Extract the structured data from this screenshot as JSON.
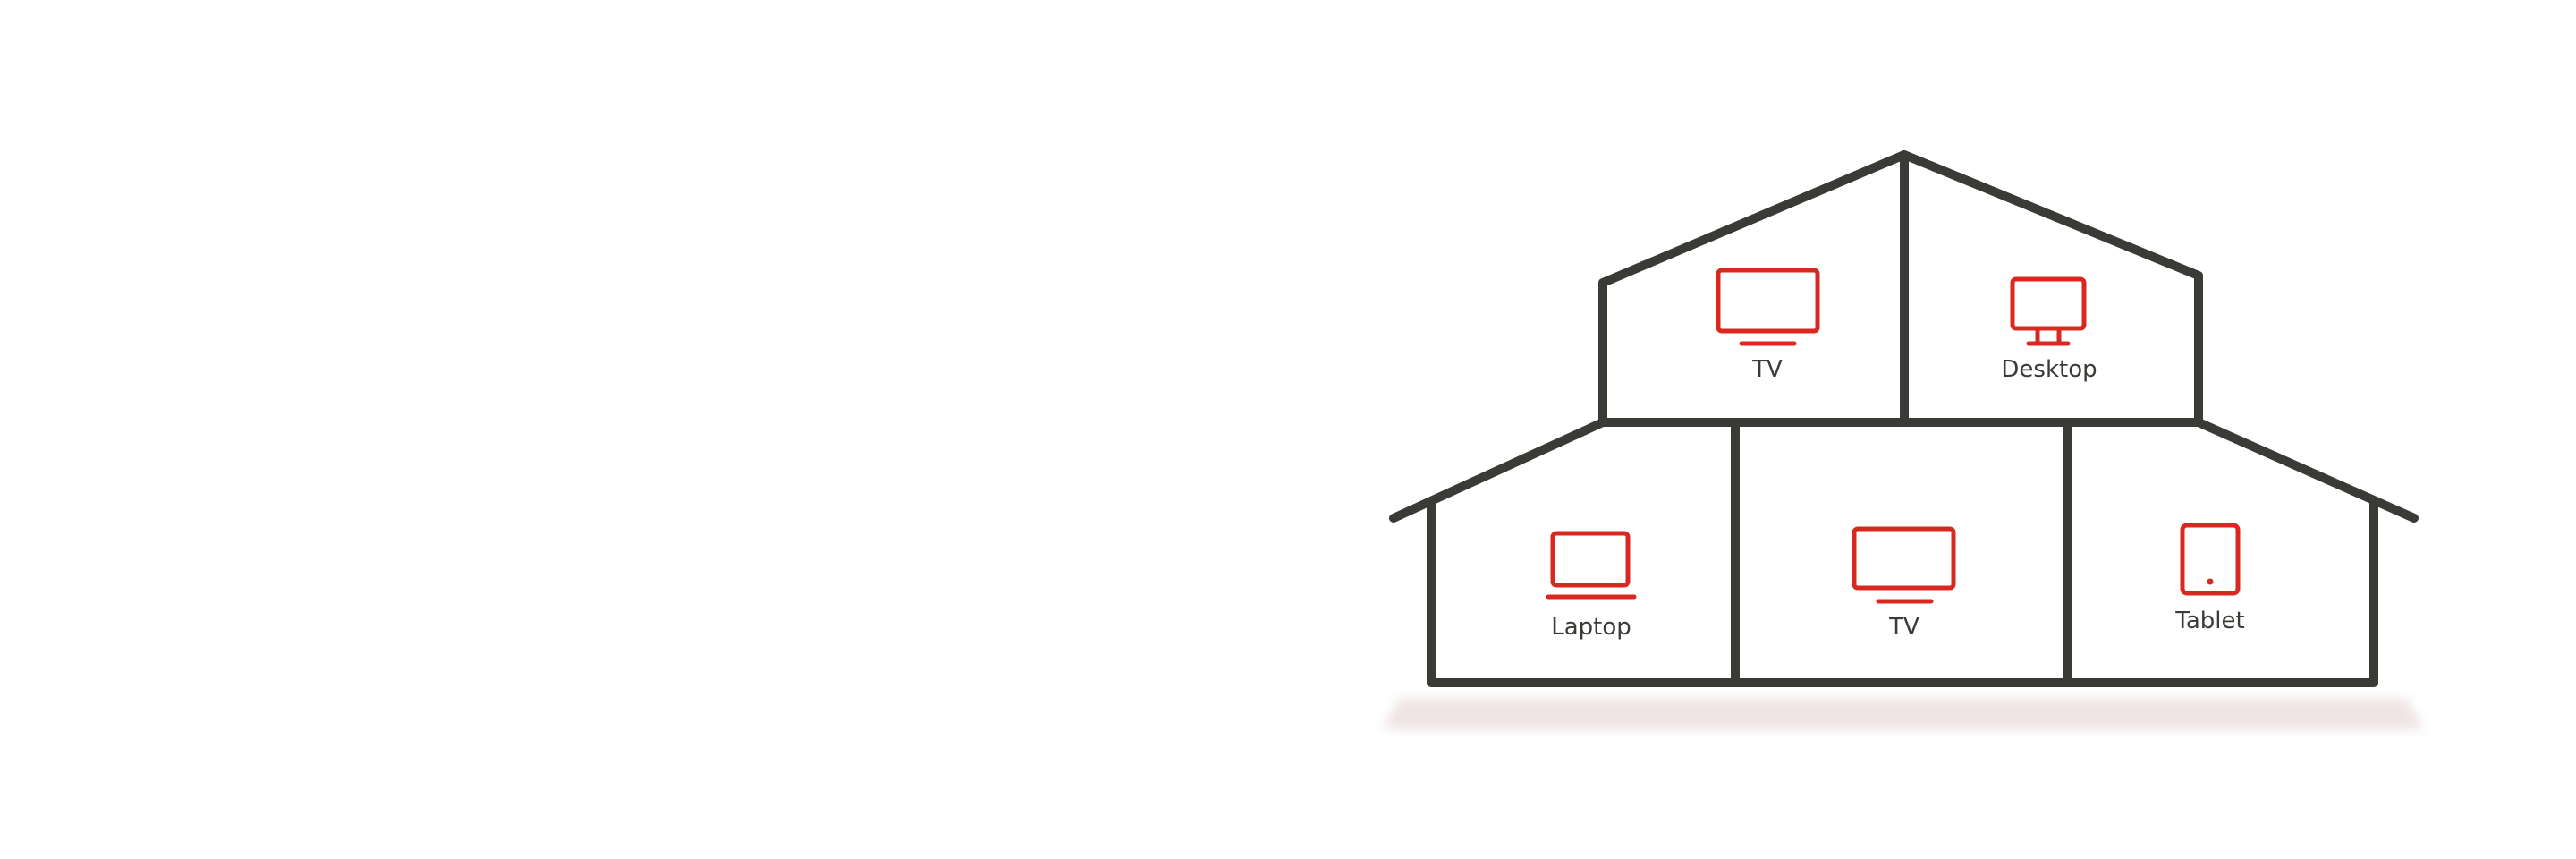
{
  "colors": {
    "outline": "#3a3a36",
    "device": "#d9281f",
    "shadow": "#efe4e4",
    "background": "#ffffff"
  },
  "rooms": {
    "upper_left": {
      "label": "TV",
      "icon": "tv-icon"
    },
    "upper_right": {
      "label": "Desktop",
      "icon": "desktop-icon"
    },
    "lower_left": {
      "label": "Laptop",
      "icon": "laptop-icon"
    },
    "lower_middle": {
      "label": "TV",
      "icon": "tv-icon"
    },
    "lower_right": {
      "label": "Tablet",
      "icon": "tablet-icon"
    }
  }
}
